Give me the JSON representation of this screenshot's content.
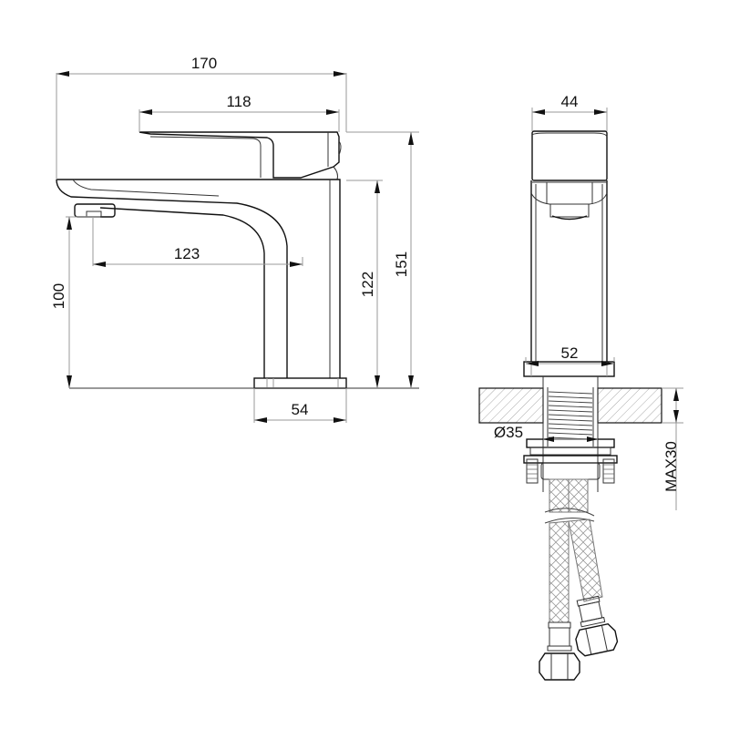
{
  "drawing": {
    "title": "Basin mixer tap technical drawing",
    "side_view": {
      "dimensions": {
        "overall_width": "170",
        "lever_length": "118",
        "spout_reach": "123",
        "spout_height": "100",
        "body_height": "122",
        "overall_height": "151",
        "base_width": "54"
      }
    },
    "front_view": {
      "dimensions": {
        "lever_width": "44",
        "base_width": "52",
        "hole_diameter": "Ø35",
        "max_deck_thickness": "MAX30"
      }
    },
    "colors": {
      "line": "#111111",
      "dimension_line": "#9a9a9a",
      "hatch": "#aaaaaa",
      "background": "#ffffff"
    }
  }
}
